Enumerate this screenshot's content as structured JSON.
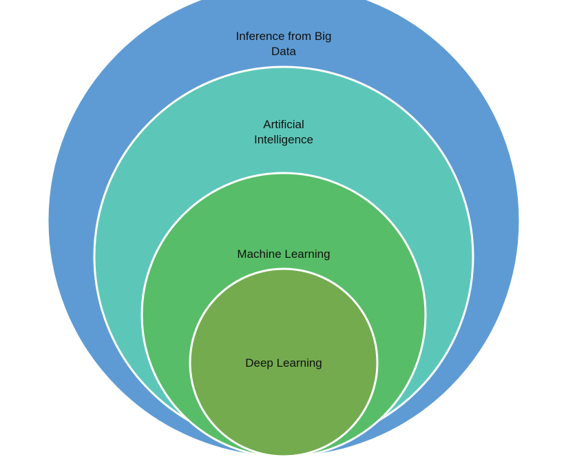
{
  "diagram": {
    "rings": [
      {
        "id": "big-data",
        "label_lines": [
          "Inference from Big",
          "Data"
        ],
        "fill": "#5e9bd4"
      },
      {
        "id": "artificial-intelligence",
        "label_lines": [
          "Artificial",
          "Intelligence"
        ],
        "fill": "#5cc7b8"
      },
      {
        "id": "machine-learning",
        "label_lines": [
          "Machine Learning"
        ],
        "fill": "#58bd68"
      },
      {
        "id": "deep-learning",
        "label_lines": [
          "Deep Learning"
        ],
        "fill": "#74ab4f"
      }
    ]
  }
}
